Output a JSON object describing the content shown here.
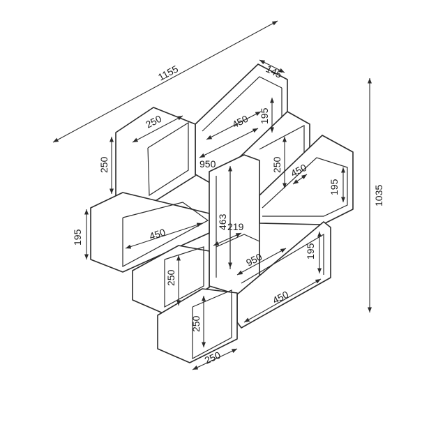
{
  "colors": {
    "line": "#2b2b2b",
    "background": "#ffffff"
  },
  "dimensions": {
    "total_width": "1155",
    "total_height": "1035",
    "top_depth": "145",
    "top_length": "450",
    "top_right_height": "195",
    "left_box_width": "250",
    "left_box_height": "250",
    "upper_long_shelf": "950",
    "right_inner_height": "250",
    "right_inner_length": "450",
    "right_box_height": "195",
    "left_wing_height": "195",
    "left_wing_length": "450",
    "center_height": "463",
    "center_width": "219",
    "lower_long_shelf": "950",
    "lower_right_height": "195",
    "lower_left_height": "250",
    "bottom_right_length": "450",
    "bottom_box_height": "250",
    "bottom_box_width": "250"
  }
}
